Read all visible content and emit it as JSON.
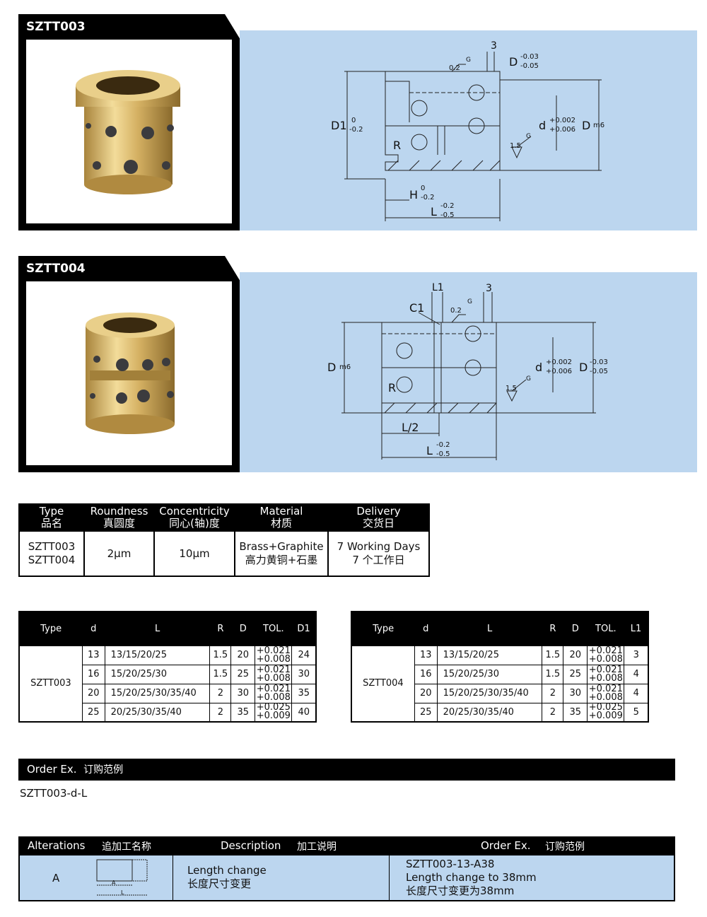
{
  "products": [
    {
      "code": "SZTT003",
      "labels": {
        "g1": "G",
        "g2": "G",
        "r02": "0.2",
        "three": "3",
        "D": "D",
        "Dtol1": "-0.03",
        "Dtol2": "-0.05",
        "D1": "D1",
        "D1tol1": "0",
        "D1tol2": "-0.2",
        "d": "d",
        "dtol1": "+0.002",
        "dtol2": "+0.006",
        "Dm": "D",
        "m6": "m6",
        "r15": "1.5",
        "R": "R",
        "H": "H",
        "Htol1": "0",
        "Htol2": "-0.2",
        "L": "L",
        "Ltol1": "-0.2",
        "Ltol2": "-0.5"
      }
    },
    {
      "code": "SZTT004",
      "labels": {
        "L1": "L1",
        "C1": "C1",
        "g1": "G",
        "g2": "G",
        "r02": "0.2",
        "three": "3",
        "D": "D",
        "m6": "m6",
        "d": "d",
        "dtol1": "+0.002",
        "dtol2": "+0.006",
        "Dr": "D",
        "Dtol1": "-0.03",
        "Dtol2": "-0.05",
        "r15": "1.5",
        "R": "R",
        "L2": "L/2",
        "L": "L",
        "Ltol1": "-0.2",
        "Ltol2": "-0.5"
      }
    }
  ],
  "spec": {
    "headers": [
      [
        "Type",
        "品名"
      ],
      [
        "Roundness",
        "真圆度"
      ],
      [
        "Concentricity",
        "同心(轴)度"
      ],
      [
        "Material",
        "材质"
      ],
      [
        "Delivery",
        "交货日"
      ]
    ],
    "row": [
      [
        "SZTT003",
        "SZTT004"
      ],
      [
        "2μm"
      ],
      [
        "10μm"
      ],
      [
        "Brass+Graphite",
        "高力黄铜+石墨"
      ],
      [
        "7 Working Days",
        "7 个工作日"
      ]
    ]
  },
  "tables": [
    {
      "type": "SZTT003",
      "headers": [
        "Type",
        "d",
        "L",
        "R",
        "D",
        "TOL.",
        "D1"
      ],
      "rows": [
        [
          "13",
          "13/15/20/25",
          "1.5",
          "20",
          "+0.021",
          "+0.008",
          "24"
        ],
        [
          "16",
          "15/20/25/30",
          "1.5",
          "25",
          "+0.021",
          "+0.008",
          "30"
        ],
        [
          "20",
          "15/20/25/30/35/40",
          "2",
          "30",
          "+0.021",
          "+0.008",
          "35"
        ],
        [
          "25",
          "20/25/30/35/40",
          "2",
          "35",
          "+0.025",
          "+0.009",
          "40"
        ]
      ]
    },
    {
      "type": "SZTT004",
      "headers": [
        "Type",
        "d",
        "L",
        "R",
        "D",
        "TOL.",
        "L1"
      ],
      "rows": [
        [
          "13",
          "13/15/20/25",
          "1.5",
          "20",
          "+0.021",
          "+0.008",
          "3"
        ],
        [
          "16",
          "15/20/25/30",
          "1.5",
          "25",
          "+0.021",
          "+0.008",
          "4"
        ],
        [
          "20",
          "15/20/25/30/35/40",
          "2",
          "30",
          "+0.021",
          "+0.008",
          "4"
        ],
        [
          "25",
          "20/25/30/35/40",
          "2",
          "35",
          "+0.025",
          "+0.009",
          "5"
        ]
      ]
    }
  ],
  "order": {
    "title": "Order Ex.",
    "title_cn": "订购范例",
    "example": "SZTT003-d-L"
  },
  "alterations": {
    "headers": {
      "alt": "Alterations",
      "alt_cn": "追加工名称",
      "desc": "Description",
      "desc_cn": "加工说明",
      "order": "Order Ex.",
      "order_cn": "订购范例"
    },
    "row": {
      "code": "A",
      "fig_a": "A",
      "fig_l": "L",
      "desc": "Length change",
      "desc_cn": "长度尺寸变更",
      "order_code": "SZTT003-13-A38",
      "order_desc": "Length change to 38mm",
      "order_desc_cn": "长度尺寸变更为38mm"
    }
  }
}
